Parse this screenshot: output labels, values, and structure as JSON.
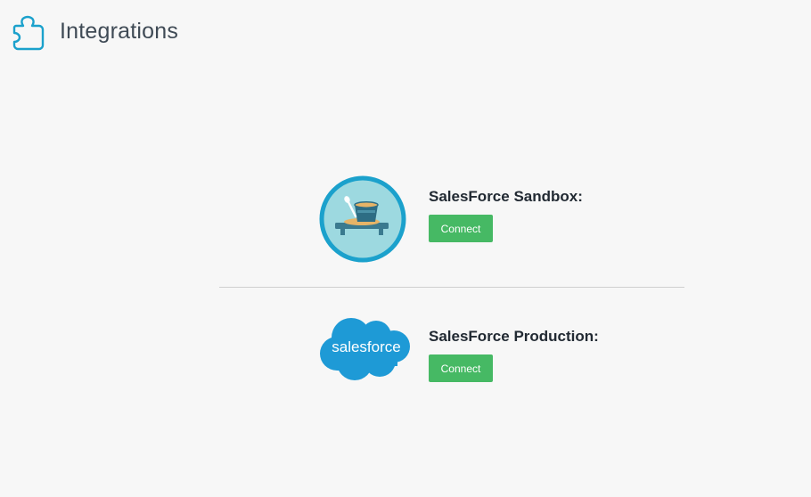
{
  "header": {
    "title": "Integrations",
    "icon": "puzzle-icon"
  },
  "integrations": [
    {
      "name": "SalesForce Sandbox:",
      "button_label": "Connect",
      "logo": "sandbox-bucket-icon"
    },
    {
      "name": "SalesForce Production:",
      "button_label": "Connect",
      "logo": "salesforce-cloud-logo",
      "logo_text": "salesforce"
    }
  ],
  "colors": {
    "accent_blue": "#1ba1cc",
    "connect_green": "#46b964",
    "title_text": "#3f4a55",
    "sandbox_bg": "#9dd9e0",
    "salesforce_blue": "#1e9ad6"
  }
}
